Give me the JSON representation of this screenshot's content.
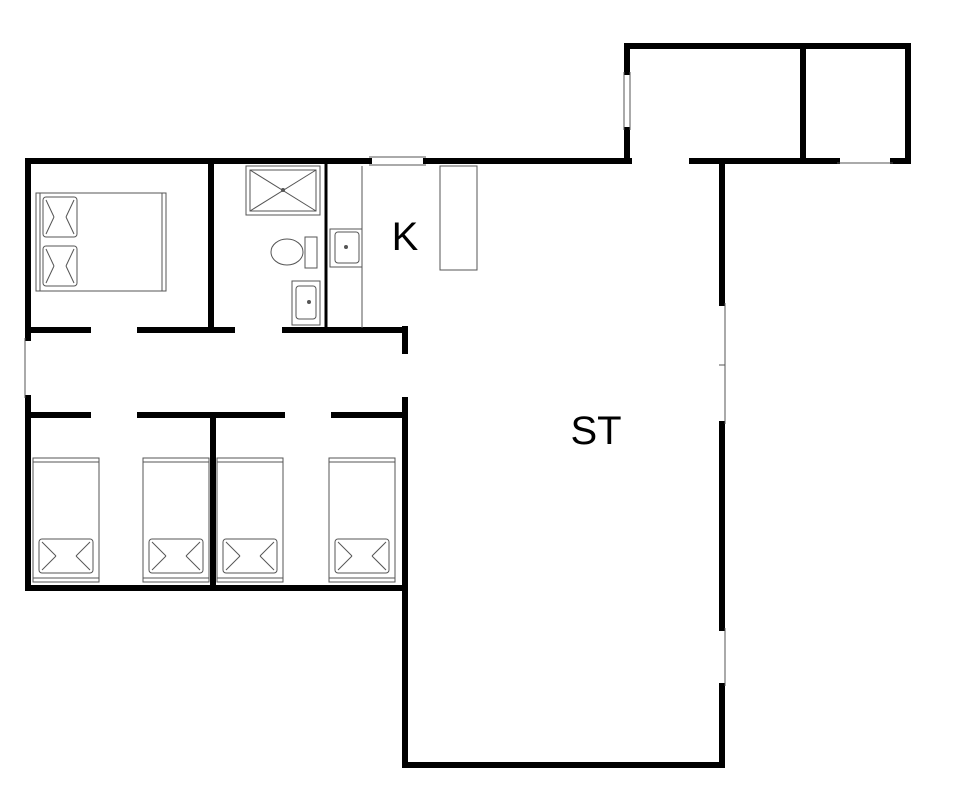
{
  "rooms": [
    {
      "id": "kitchen",
      "label": "K"
    },
    {
      "id": "living",
      "label": "ST"
    }
  ]
}
